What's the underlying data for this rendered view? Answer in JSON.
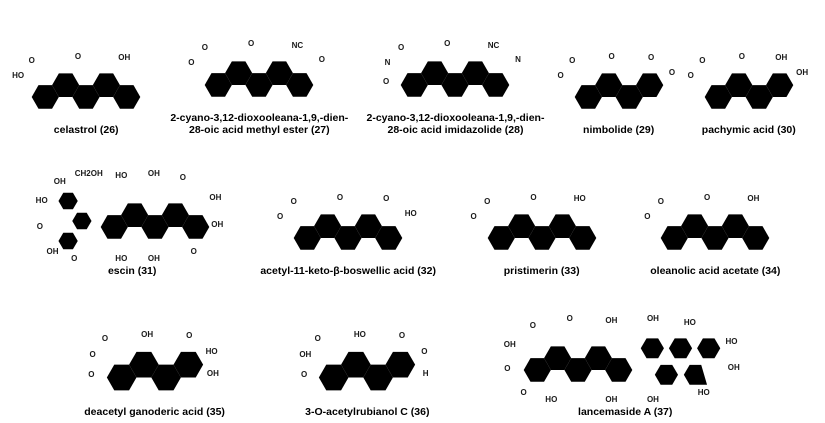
{
  "figure": {
    "background": "#ffffff",
    "stroke_color": "#2a2a2a",
    "description": "Chemical structures of natural compounds 26-37"
  },
  "compounds": [
    {
      "id": 26,
      "name": "celastrol (26)",
      "skeleton": "pentacyclic",
      "atom_labels": [
        "O",
        "OH",
        "O",
        "HO"
      ]
    },
    {
      "id": 27,
      "name": "2-cyano-3,12-dioxooleana-1,9,-dien-28-oic acid methyl ester (27)",
      "skeleton": "pentacyclic",
      "atom_labels": [
        "O",
        "NC",
        "O",
        "O",
        "O"
      ]
    },
    {
      "id": 28,
      "name": "2-cyano-3,12-dioxooleana-1,9,-dien-28-oic acid imidazolide (28)",
      "skeleton": "pentacyclic",
      "atom_labels": [
        "O",
        "NC",
        "O",
        "N",
        "N",
        "O"
      ]
    },
    {
      "id": 29,
      "name": "nimbolide (29)",
      "skeleton": "tetracyclic",
      "atom_labels": [
        "O",
        "O",
        "O",
        "O",
        "O"
      ]
    },
    {
      "id": 30,
      "name": "pachymic acid (30)",
      "skeleton": "tetracyclic",
      "atom_labels": [
        "O",
        "OH",
        "O",
        "O",
        "OH"
      ]
    },
    {
      "id": 31,
      "name": "escin (31)",
      "skeleton": "pentacyclic-glycoside",
      "atom_labels": [
        "HO",
        "O",
        "OH",
        "HO",
        "OH",
        "O",
        "OH",
        "OH",
        "O",
        "HO",
        "CH2OH",
        "OH",
        "O",
        "OH"
      ]
    },
    {
      "id": 32,
      "name": "acetyl-11-keto-β-boswellic acid (32)",
      "skeleton": "pentacyclic",
      "atom_labels": [
        "O",
        "O",
        "O",
        "O",
        "HO"
      ]
    },
    {
      "id": 33,
      "name": "pristimerin (33)",
      "skeleton": "pentacyclic",
      "atom_labels": [
        "O",
        "HO",
        "O",
        "O"
      ]
    },
    {
      "id": 34,
      "name": "oleanolic acid acetate (34)",
      "skeleton": "pentacyclic",
      "atom_labels": [
        "O",
        "OH",
        "O",
        "O"
      ]
    },
    {
      "id": 35,
      "name": "deacetyl ganoderic acid (35)",
      "skeleton": "tetracyclic",
      "atom_labels": [
        "OH",
        "O",
        "O",
        "O",
        "HO",
        "O",
        "OH"
      ]
    },
    {
      "id": 36,
      "name": "3-O-acetylrubianol C (36)",
      "skeleton": "tetracyclic",
      "atom_labels": [
        "HO",
        "O",
        "O",
        "OH",
        "O",
        "O",
        "H"
      ]
    },
    {
      "id": 37,
      "name": "lancemaside A (37)",
      "skeleton": "pentacyclic-glycoside",
      "atom_labels": [
        "OH",
        "HO",
        "O",
        "OH",
        "HO",
        "O",
        "OH",
        "O",
        "HO",
        "OH",
        "O",
        "OH",
        "HO",
        "OH"
      ]
    }
  ]
}
